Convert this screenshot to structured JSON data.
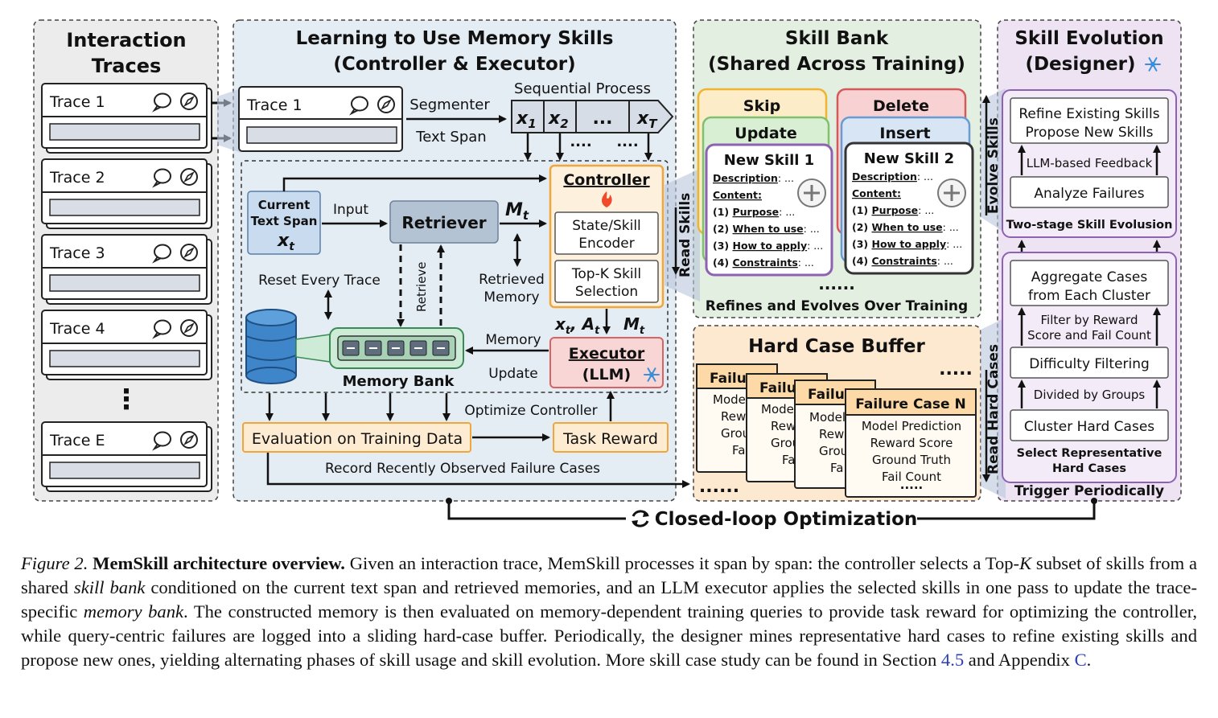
{
  "panels": {
    "interaction": {
      "title_l1": "Interaction",
      "title_l2": "Traces"
    },
    "learning": {
      "title_l1": "Learning to Use Memory Skills",
      "title_l2": "(Controller & Executor)"
    },
    "skillbank": {
      "title_l1": "Skill Bank",
      "title_l2": "(Shared Across Training)",
      "footer": "Refines and Evolves Over Training",
      "dots": "......"
    },
    "evolution": {
      "title_l1": "Skill Evolution",
      "title_l2": "(Designer)"
    },
    "hardcase": {
      "title": "Hard Case Buffer"
    }
  },
  "traces": [
    {
      "label": "Trace 1"
    },
    {
      "label": "Trace 2"
    },
    {
      "label": "Trace 3"
    },
    {
      "label": "Trace 4"
    },
    {
      "label": "Trace E"
    }
  ],
  "vdots": "⋮",
  "learning": {
    "trace1": "Trace 1",
    "segmenter": "Segmenter",
    "text_span": "Text Span",
    "sequential": "Sequential Process",
    "seq_x1": "x",
    "seq_x1_sub": "1",
    "seq_x2": "x",
    "seq_x2_sub": "2",
    "seq_dots": "...",
    "seq_xt": "x",
    "seq_xt_sub": "T",
    "current_l1": "Current",
    "current_l2": "Text Span",
    "current_x": "x",
    "current_x_sub": "t",
    "input": "Input",
    "retriever": "Retriever",
    "mt": "M",
    "mt_sub": "t",
    "retrieve": "Retrieve",
    "retrieved_l1": "Retrieved",
    "retrieved_l2": "Memory",
    "reset": "Reset Every Trace",
    "memory_bank": "Memory Bank",
    "controller": "Controller",
    "encoder_l1": "State/Skill",
    "encoder_l2": "Encoder",
    "topk_l1": "Top-K Skill",
    "topk_l2": "Selection",
    "xtat": "x",
    "xtat_sub1": "t",
    "xtat_mid": ", A",
    "xtat_sub2": "t",
    "mt2": "M",
    "mt2_sub": "t",
    "memory": "Memory",
    "update": "Update",
    "executor_l1": "Executor",
    "executor_l2": "(LLM)",
    "optimize": "Optimize Controller",
    "evaluation": "Evaluation on Training Data",
    "task_reward": "Task Reward",
    "record": "Record Recently Observed Failure Cases",
    "dots_small": "....",
    "read_skills": "Read Skills"
  },
  "skills": {
    "skip": "Skip",
    "update": "Update",
    "delete": "Delete",
    "insert": "Insert",
    "cards": [
      {
        "title": "New Skill 1",
        "desc": "Description",
        "content": "Content:",
        "items": [
          "(1) ",
          "(2) ",
          "(3) ",
          "(4) "
        ],
        "item_labels": [
          "Purpose",
          "When to use",
          "How to apply",
          "Constraints"
        ],
        "tail": ": ...",
        "desc_tail": ": ..."
      },
      {
        "title": "New Skill 2",
        "desc": "Description",
        "content": "Content:",
        "items": [
          "(1) ",
          "(2) ",
          "(3) ",
          "(4) "
        ],
        "item_labels": [
          "Purpose",
          "When to use",
          "How to apply",
          "Constraints"
        ],
        "tail": ": ...",
        "desc_tail": ": ..."
      }
    ]
  },
  "evolution": {
    "evolve_skills": "Evolve Skills",
    "refine_l1": "Refine Existing Skills",
    "refine_l2": "Propose New Skills",
    "llm_feedback": "LLM-based Feedback",
    "analyze": "Analyze Failures",
    "two_stage": "Two-stage Skill Evolusion",
    "aggregate_l1": "Aggregate Cases",
    "aggregate_l2": "from Each Cluster",
    "filter_l1": "Filter by Reward",
    "filter_l2": "Score and Fail Count",
    "difficulty": "Difficulty Filtering",
    "divided": "Divided by Groups",
    "cluster": "Cluster Hard Cases",
    "select_l1": "Select Representative",
    "select_l2": "Hard Cases",
    "trigger": "Trigger Periodically",
    "read_hard": "Read Hard Cases"
  },
  "hardcases": {
    "back_title": "Failu",
    "back_lines": [
      "Model",
      "Rew",
      "Grou",
      "Fa"
    ],
    "front_title": "Failure Case N",
    "front_lines": [
      "Model Prediction",
      "Reward Score",
      "Ground Truth",
      "Fail Count"
    ],
    "dots_top": ".....",
    "dots_bottom": "......",
    "dots_front": "....."
  },
  "closed_loop": "Closed-loop Optimization",
  "caption": {
    "fig": "Figure 2.",
    "title": "MemSkill architecture overview.",
    "p1": " Given an interaction trace, MemSkill processes it span by span: the controller selects a Top-",
    "k": "K",
    "p2": " subset of skills from a shared ",
    "skill_bank": "skill bank",
    "p3": " conditioned on the current text span and retrieved memories, and an LLM executor applies the selected skills in one pass to update the trace-specific ",
    "memory_bank": "memory bank",
    "p4": ". The constructed memory is then evaluated on memory-dependent training queries to provide task reward for optimizing the controller, while query-centric failures are logged into a sliding hard-case buffer. Periodically, the designer mines representative hard cases to refine existing skills and propose new ones, yielding alternating phases of skill usage and skill evolution. More skill case study can be found in Section ",
    "sec": "4.5",
    "p5": " and Appendix ",
    "app": "C",
    "p6": "."
  },
  "colors": {
    "panel_gray": "#ececec",
    "panel_blue": "#e4ecf4",
    "panel_green": "#e3f0e1",
    "panel_purple": "#eee3f3",
    "panel_orange": "#fde8d0",
    "controller_fill": "#fdf0dc",
    "controller_border": "#f0a63a",
    "executor_fill": "#f9d6d6",
    "retriever_fill": "#b3c3d3",
    "current_fill": "#c9dbef",
    "memory_blue": "#3e86c9",
    "memory_green": "#cdebd6"
  },
  "icons": [
    "chat-icon",
    "compass-icon",
    "fire-icon",
    "snowflake-icon",
    "plus-icon",
    "database-icon",
    "refresh-icon"
  ]
}
